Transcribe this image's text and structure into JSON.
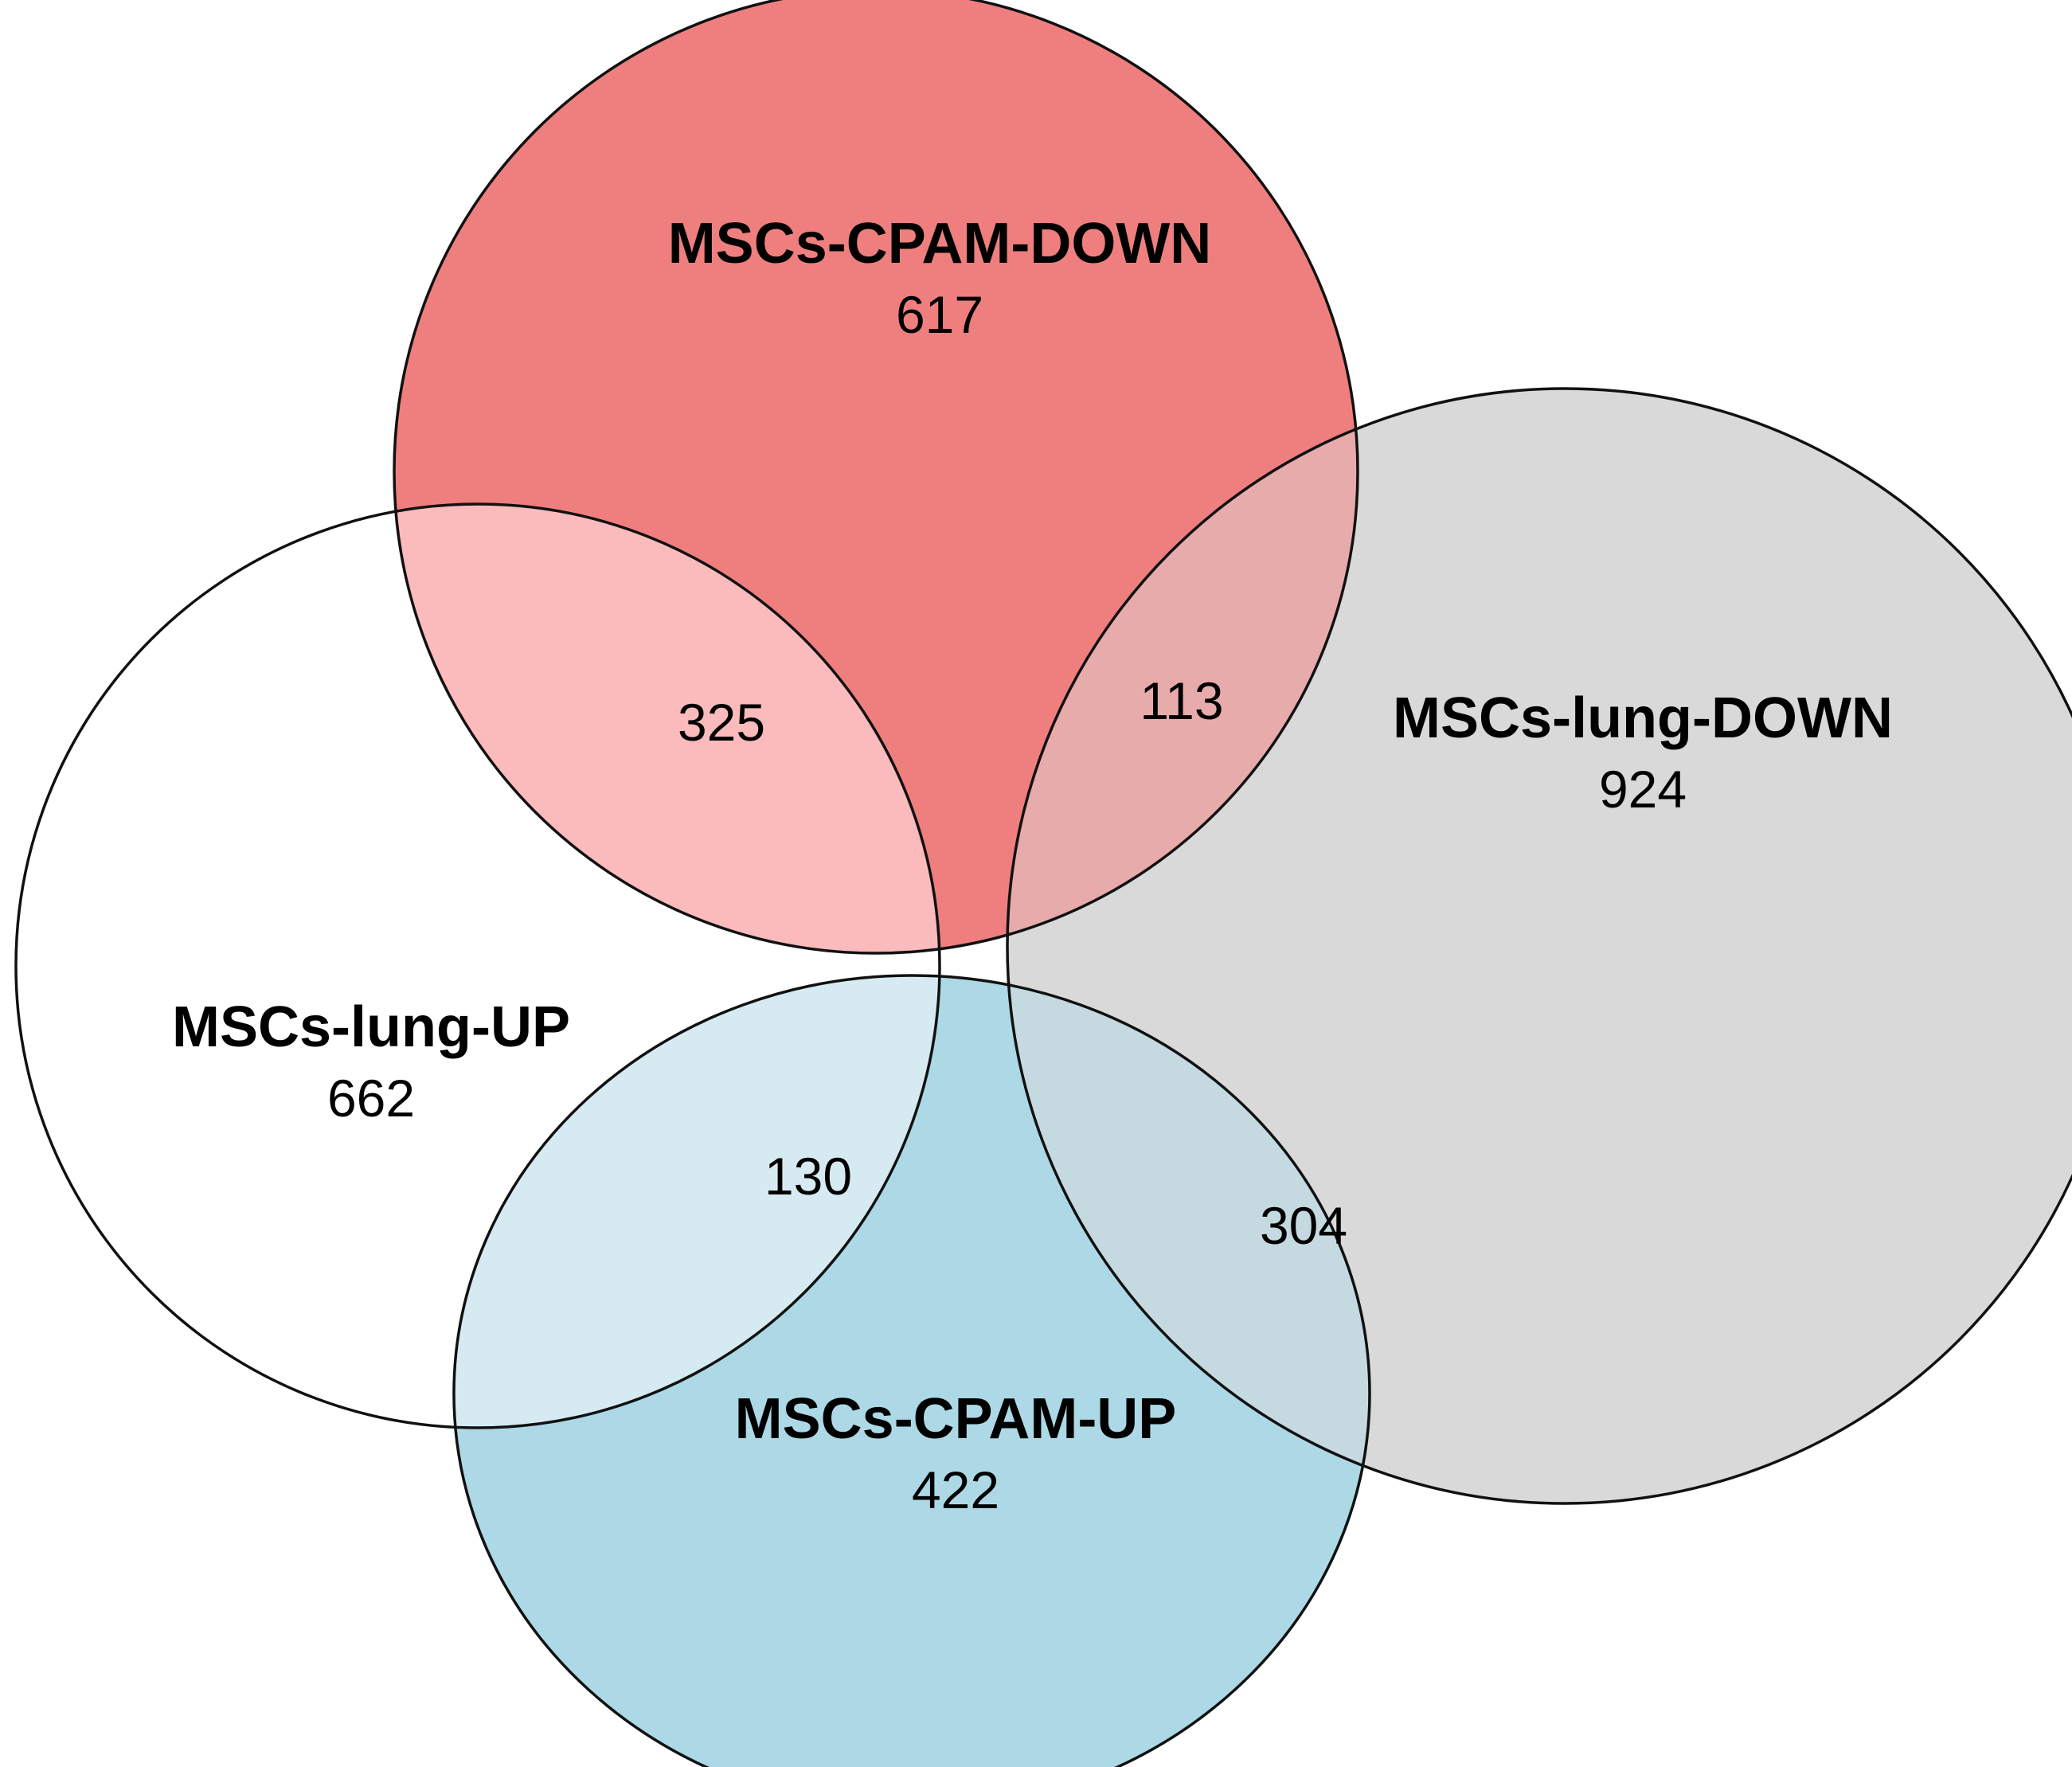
{
  "sets": [
    {
      "id": "mscs_lung_up",
      "name": "MSCs-lung-UP",
      "count": "662",
      "fill": "#ffffff"
    },
    {
      "id": "mscs_cpam_down",
      "name": "MSCs-CPAM-DOWN",
      "count": "617",
      "fill": "#ef7f7f"
    },
    {
      "id": "mscs_lung_down",
      "name": "MSCs-lung-DOWN",
      "count": "924",
      "fill": "#d9d9d9"
    },
    {
      "id": "mscs_cpam_up",
      "name": "MSCs-CPAM-UP",
      "count": "422",
      "fill": "#add8e6"
    }
  ],
  "intersections": [
    {
      "id": "lung_up_cpam_down",
      "sets": [
        "MSCs-lung-UP",
        "MSCs-CPAM-DOWN"
      ],
      "count": "325",
      "fill": "#fbbabb"
    },
    {
      "id": "cpam_down_lung_down",
      "sets": [
        "MSCs-CPAM-DOWN",
        "MSCs-lung-DOWN"
      ],
      "count": "113",
      "fill": "#e8abab"
    },
    {
      "id": "lung_up_cpam_up",
      "sets": [
        "MSCs-lung-UP",
        "MSCs-CPAM-UP"
      ],
      "count": "130",
      "fill": "#d6eaf2"
    },
    {
      "id": "lung_down_cpam_up",
      "sets": [
        "MSCs-lung-DOWN",
        "MSCs-CPAM-UP"
      ],
      "count": "304",
      "fill": "#c5d9e0"
    }
  ]
}
